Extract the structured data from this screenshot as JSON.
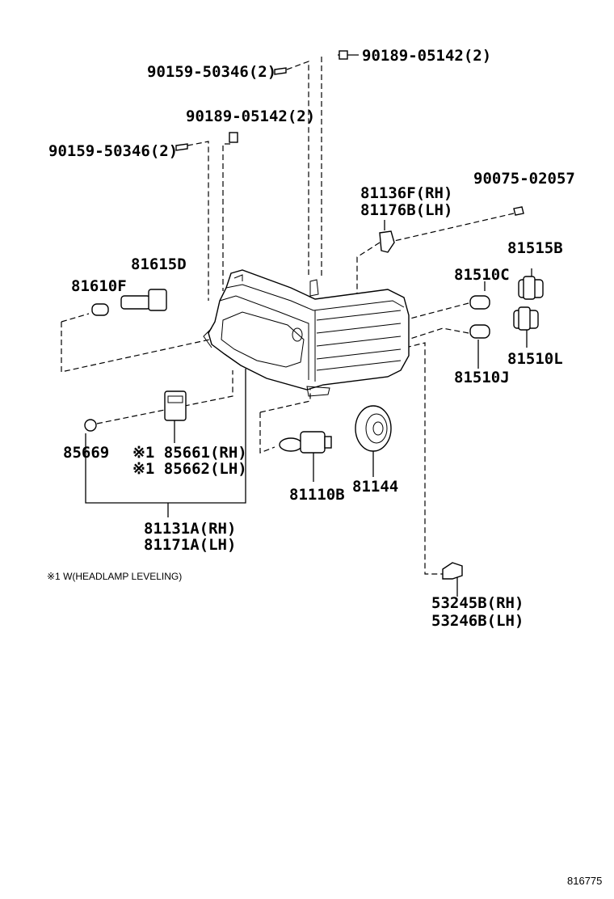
{
  "labels": {
    "p90189_top": "90189-05142(2)",
    "p90159_top": "90159-50346(2)",
    "p90189_mid": "90189-05142(2)",
    "p90159_mid": "90159-50346(2)",
    "p90075": "90075-02057",
    "p81136": "81136F(RH)",
    "p81176": "81176B(LH)",
    "p81615": "81615D",
    "p81610": "81610F",
    "p81515": "81515B",
    "p81510c": "81510C",
    "p81510l": "81510L",
    "p81510j": "81510J",
    "p85669": "85669",
    "p85661": "※1 85661(RH)",
    "p85662": "※1 85662(LH)",
    "p81110": "81110B",
    "p81144": "81144",
    "p81131": "81131A(RH)",
    "p81171": "81171A(LH)",
    "p53245": "53245B(RH)",
    "p53246": "53246B(LH)",
    "note": "※1  W(HEADLAMP LEVELING)",
    "diagram_id": "816775"
  }
}
